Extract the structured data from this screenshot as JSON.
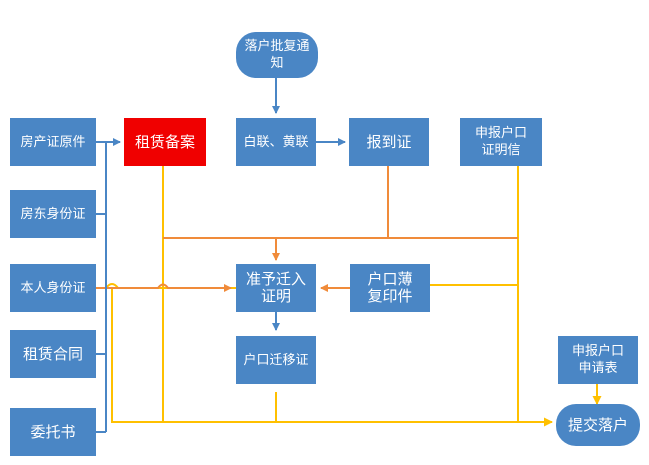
{
  "nodes": {
    "approval_notice": "落户批复通知",
    "property_cert": "房产证原件",
    "rental_record": "租赁备案",
    "white_yellow": "白联、黄联",
    "report_cert": "报到证",
    "household_letter": "申报户口证明信",
    "landlord_id": "房东身份证",
    "self_id": "本人身份证",
    "permit": "准予迁入证明",
    "hukou_copy": "户口薄复印件",
    "rental_contract": "租赁合同",
    "transfer_cert": "户口迁移证",
    "household_form": "申报户口申请表",
    "power_of_attorney": "委托书",
    "submit": "提交落户"
  },
  "colors": {
    "node": "#4A86C5",
    "highlight": "#F00000",
    "blue_line": "#4A86C5",
    "orange_line": "#F08B3A",
    "yellow_line": "#FFC000"
  }
}
